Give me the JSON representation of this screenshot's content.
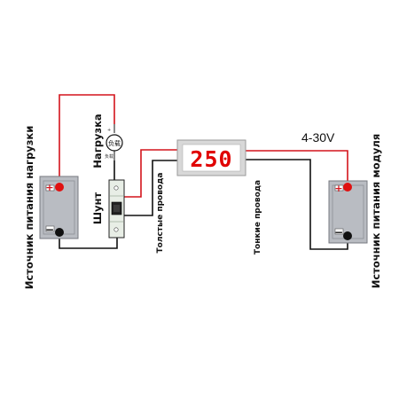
{
  "load_supply_label": "Источник питания нагрузки",
  "module_supply_label": "Источник питания модуля",
  "load_label": "Нагрузка",
  "shunt_label": "Шунт",
  "thick_wires_label": "Толстые провода",
  "thin_wires_label": "Тонкие провода",
  "voltage_range_label": "4-30V",
  "display_value": "250",
  "plus_sign": "+",
  "minus_sign": "−",
  "colors": {
    "wire_red": "#d4141c",
    "wire_black": "#111111",
    "battery_body": "#b9bcc2",
    "display_panel": "#d8d8d8",
    "display_digits": "#e00000"
  }
}
